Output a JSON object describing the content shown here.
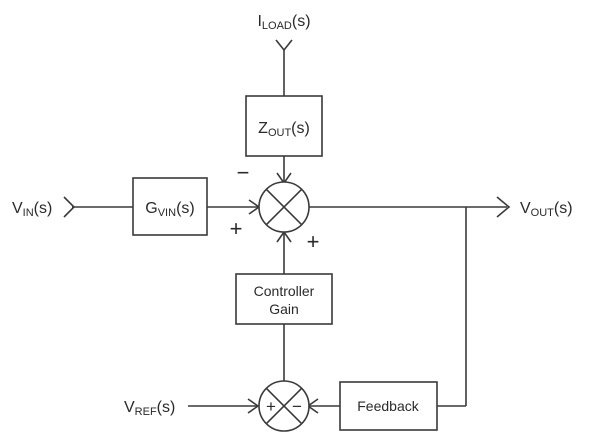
{
  "signals": {
    "vin": {
      "base": "V",
      "sub": "IN",
      "suffix": "(s)"
    },
    "vout": {
      "base": "V",
      "sub": "OUT",
      "suffix": "(s)"
    },
    "iload": {
      "base": "I",
      "sub": "LOAD",
      "suffix": "(s)"
    },
    "vref": {
      "base": "V",
      "sub": "REF",
      "suffix": "(s)"
    }
  },
  "blocks": {
    "gvin": {
      "base": "G",
      "sub": "VIN",
      "suffix": "(s)"
    },
    "zout": {
      "base": "Z",
      "sub": "OUT",
      "suffix": "(s)"
    },
    "controller": {
      "line1": "Controller",
      "line2": "Gain"
    },
    "feedback": {
      "label": "Feedback"
    }
  },
  "signs": {
    "main_top": "−",
    "main_left": "+",
    "main_bottom": "+",
    "ref_left": "+",
    "ref_right": "−"
  }
}
